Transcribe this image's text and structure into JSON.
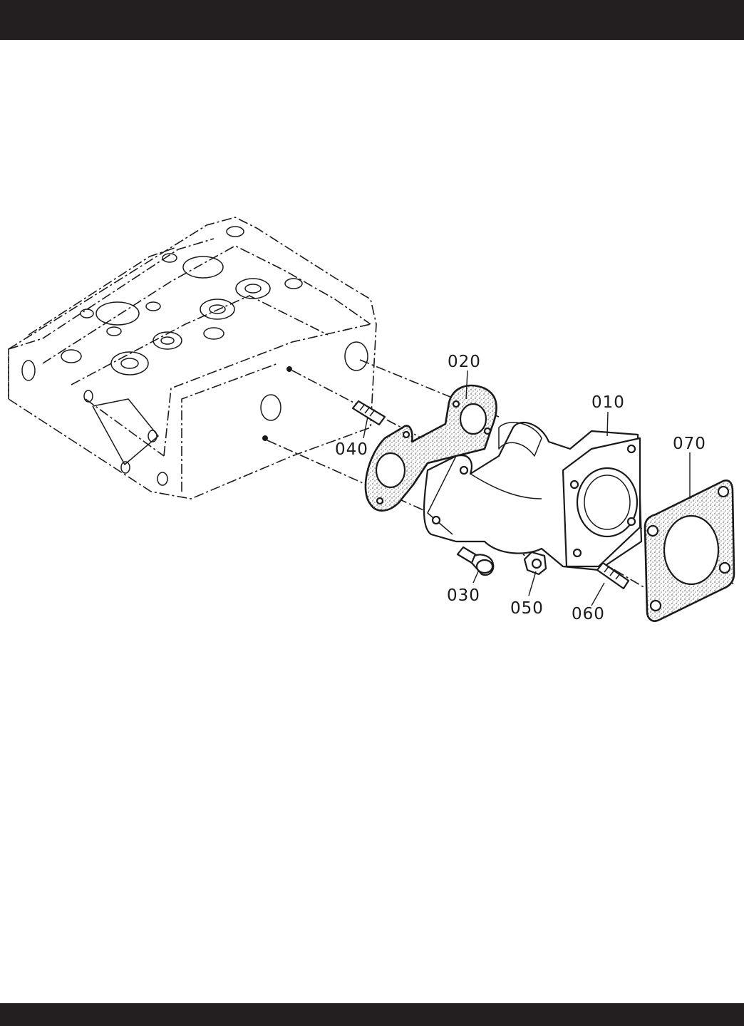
{
  "header_bar": {
    "color": "#231f20"
  },
  "footer_bar": {
    "color": "#231f20"
  },
  "parts": [
    {
      "ref": "010",
      "description_label": "010"
    },
    {
      "ref": "020",
      "description_label": "020"
    },
    {
      "ref": "030",
      "description_label": "030"
    },
    {
      "ref": "040",
      "description_label": "040"
    },
    {
      "ref": "050",
      "description_label": "050"
    },
    {
      "ref": "060",
      "description_label": "060"
    },
    {
      "ref": "070",
      "description_label": "070"
    }
  ]
}
